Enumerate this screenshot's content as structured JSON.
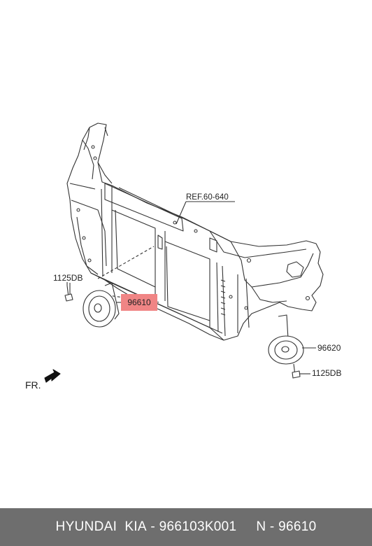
{
  "labels": {
    "ref": "REF.60-640",
    "bolt_left": "1125DB",
    "horn_left": "96610",
    "horn_right": "96620",
    "bolt_right": "1125DB",
    "front": "FR."
  },
  "footer": {
    "brand": "HYUNDAI  KIA",
    "part_number": " - 966103K001     ",
    "ref_number": "N - 96610"
  },
  "colors": {
    "highlight": "#f08585",
    "footer_bg": "#6e6e6e"
  }
}
